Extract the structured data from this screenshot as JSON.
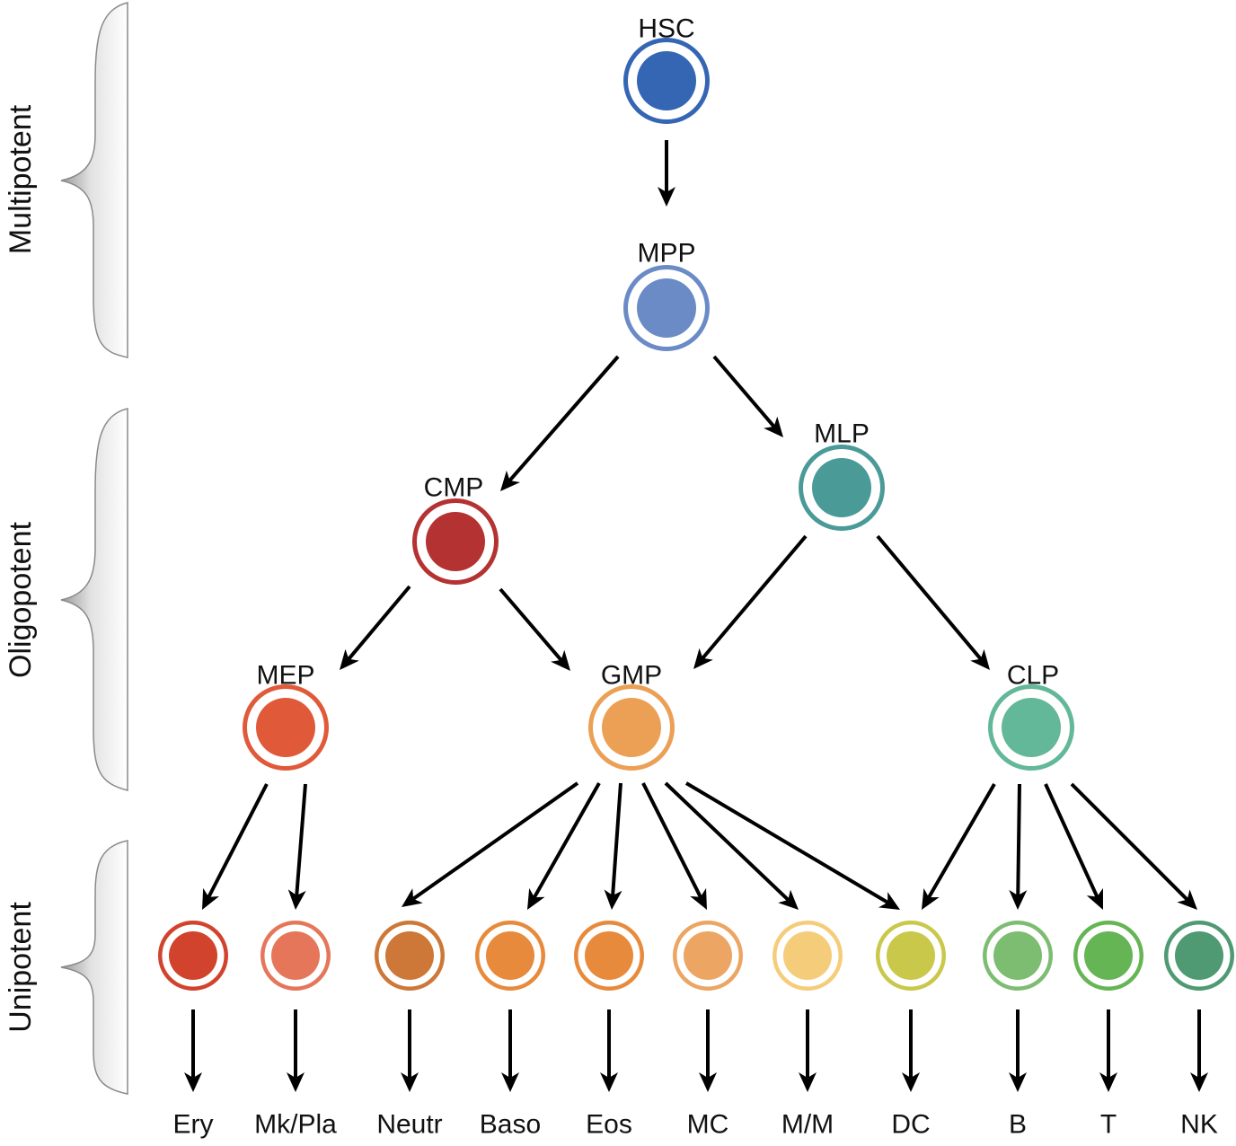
{
  "title": "Hematopoietic lineage hierarchy",
  "tiers": [
    {
      "id": "multipotent",
      "label": "Multipotent"
    },
    {
      "id": "oligopotent",
      "label": "Oligopotent"
    },
    {
      "id": "unipotent",
      "label": "Unipotent"
    }
  ],
  "nodes": [
    {
      "id": "HSC",
      "label": "HSC",
      "tier": "multipotent",
      "color": "#3566b4"
    },
    {
      "id": "MPP",
      "label": "MPP",
      "tier": "multipotent",
      "color": "#6a8bc6"
    },
    {
      "id": "CMP",
      "label": "CMP",
      "tier": "oligopotent",
      "color": "#b53232"
    },
    {
      "id": "MLP",
      "label": "MLP",
      "tier": "oligopotent",
      "color": "#4a9a98"
    },
    {
      "id": "MEP",
      "label": "MEP",
      "tier": "oligopotent",
      "color": "#e05a3a"
    },
    {
      "id": "GMP",
      "label": "GMP",
      "tier": "oligopotent",
      "color": "#eba055"
    },
    {
      "id": "CLP",
      "label": "CLP",
      "tier": "oligopotent",
      "color": "#62b898"
    },
    {
      "id": "Ery",
      "label": "Ery",
      "tier": "unipotent",
      "color": "#d2432e"
    },
    {
      "id": "MkPla",
      "label": "Mk/Pla",
      "tier": "unipotent",
      "color": "#e5765a"
    },
    {
      "id": "Neutr",
      "label": "Neutr",
      "tier": "unipotent",
      "color": "#cd7838"
    },
    {
      "id": "Baso",
      "label": "Baso",
      "tier": "unipotent",
      "color": "#e88a3c"
    },
    {
      "id": "Eos",
      "label": "Eos",
      "tier": "unipotent",
      "color": "#e88a3c"
    },
    {
      "id": "MC",
      "label": "MC",
      "tier": "unipotent",
      "color": "#eca563"
    },
    {
      "id": "MM",
      "label": "M/M",
      "tier": "unipotent",
      "color": "#f5cd7a"
    },
    {
      "id": "DC",
      "label": "DC",
      "tier": "unipotent",
      "color": "#c9c84a"
    },
    {
      "id": "B",
      "label": "B",
      "tier": "unipotent",
      "color": "#7dbd72"
    },
    {
      "id": "T",
      "label": "T",
      "tier": "unipotent",
      "color": "#66b554"
    },
    {
      "id": "NK",
      "label": "NK",
      "tier": "unipotent",
      "color": "#4f9a72"
    }
  ],
  "edges": [
    [
      "HSC",
      "MPP"
    ],
    [
      "MPP",
      "CMP"
    ],
    [
      "MPP",
      "MLP"
    ],
    [
      "CMP",
      "MEP"
    ],
    [
      "CMP",
      "GMP"
    ],
    [
      "MLP",
      "GMP"
    ],
    [
      "MLP",
      "CLP"
    ],
    [
      "MEP",
      "Ery"
    ],
    [
      "MEP",
      "MkPla"
    ],
    [
      "GMP",
      "Neutr"
    ],
    [
      "GMP",
      "Baso"
    ],
    [
      "GMP",
      "Eos"
    ],
    [
      "GMP",
      "MC"
    ],
    [
      "GMP",
      "MM"
    ],
    [
      "GMP",
      "DC"
    ],
    [
      "CLP",
      "DC"
    ],
    [
      "CLP",
      "B"
    ],
    [
      "CLP",
      "T"
    ],
    [
      "CLP",
      "NK"
    ]
  ],
  "terminal_outputs": [
    "Ery",
    "Mk/Pla",
    "Neutr",
    "Baso",
    "Eos",
    "MC",
    "M/M",
    "DC",
    "B",
    "T",
    "NK"
  ]
}
